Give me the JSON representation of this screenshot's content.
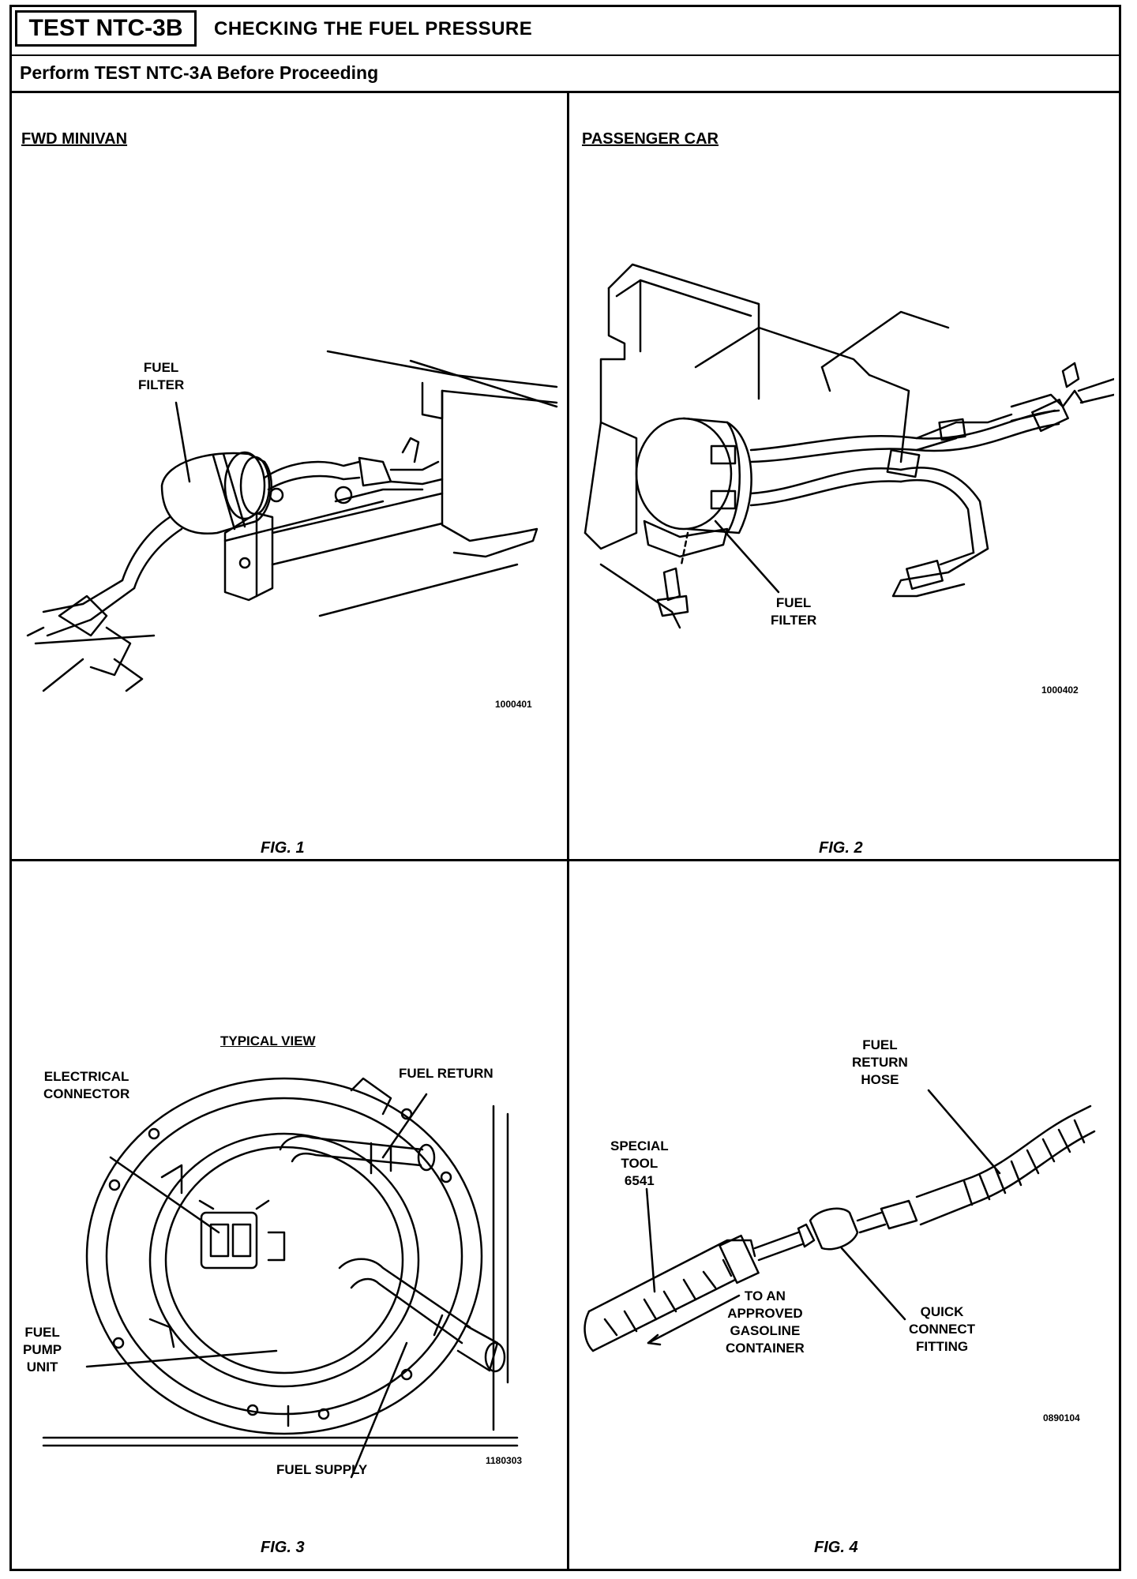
{
  "header": {
    "test_id": "TEST NTC-3B",
    "title": "CHECKING THE FUEL PRESSURE",
    "subtitle": "Perform TEST NTC-3A Before Proceeding"
  },
  "figures": [
    {
      "heading": "FWD MINIVAN",
      "labels": [
        "FUEL",
        "FILTER"
      ],
      "code": "1000401",
      "caption": "FIG. 1"
    },
    {
      "heading": "PASSENGER CAR",
      "labels": [
        "FUEL",
        "FILTER"
      ],
      "code": "1000402",
      "caption": "FIG. 2"
    },
    {
      "heading": "TYPICAL VIEW",
      "labels": {
        "electrical_connector": [
          "ELECTRICAL",
          "CONNECTOR"
        ],
        "fuel_return": "FUEL RETURN",
        "fuel_pump_unit": [
          "FUEL",
          "PUMP",
          "UNIT"
        ],
        "fuel_supply": "FUEL SUPPLY"
      },
      "code": "1180303",
      "caption": "FIG. 3"
    },
    {
      "labels": {
        "fuel_return_hose": [
          "FUEL",
          "RETURN",
          "HOSE"
        ],
        "special_tool": [
          "SPECIAL",
          "TOOL",
          "6541"
        ],
        "container": [
          "TO AN",
          "APPROVED",
          "GASOLINE",
          "CONTAINER"
        ],
        "quick_connect": [
          "QUICK",
          "CONNECT",
          "FITTING"
        ]
      },
      "code": "0890104",
      "caption": "FIG. 4"
    }
  ]
}
